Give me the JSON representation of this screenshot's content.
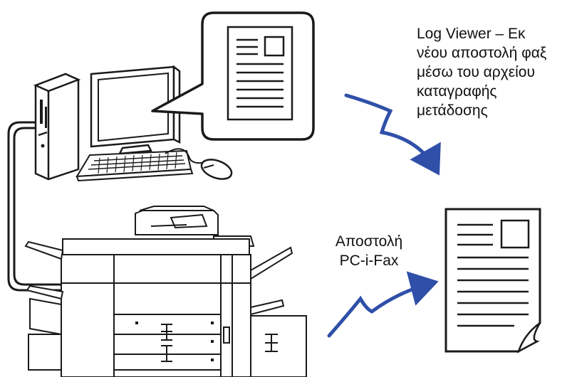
{
  "log_viewer_caption": {
    "lines": [
      "Log Viewer – Εκ",
      "νέου αποστολή φαξ",
      "μέσω του αρχείου",
      "καταγραφής",
      "μετάδοσης"
    ]
  },
  "pc_fax_caption": {
    "lines": [
      "Αποστολή",
      "PC-i-Fax"
    ]
  },
  "colors": {
    "arrow": "#2f4fa8",
    "outline": "#1a1a1a",
    "background": "#ffffff"
  },
  "icons": [
    "computer-tower-icon",
    "monitor-icon",
    "keyboard-icon",
    "mouse-icon",
    "document-callout-icon",
    "multifunction-printer-icon",
    "fax-document-icon",
    "arrow-icon"
  ]
}
